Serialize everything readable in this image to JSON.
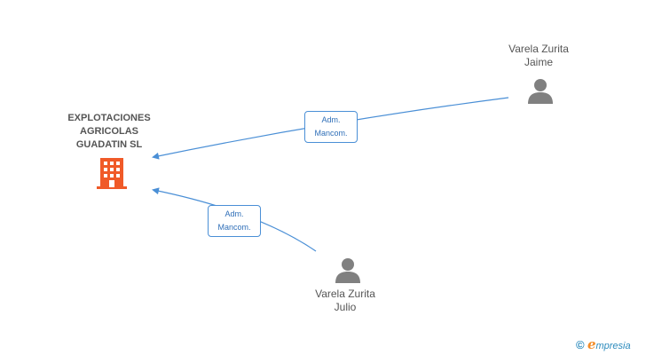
{
  "company": {
    "name": "EXPLOTACIONES\nAGRICOLAS\nGUADATIN SL",
    "icon": "building-icon",
    "icon_color": "#f05a28"
  },
  "people": [
    {
      "name": "Varela Zurita\nJaime",
      "icon": "person-icon"
    },
    {
      "name": "Varela Zurita\nJulio",
      "icon": "person-icon"
    }
  ],
  "edges": [
    {
      "label": "Adm.\nMancom.",
      "from": "Varela Zurita Jaime",
      "to": "EXPLOTACIONES AGRICOLAS GUADATIN SL"
    },
    {
      "label": "Adm.\nMancom.",
      "from": "Varela Zurita Julio",
      "to": "EXPLOTACIONES AGRICOLAS GUADATIN SL"
    }
  ],
  "colors": {
    "edge": "#4a8fd6",
    "person": "#808080",
    "label_text": "#555555"
  },
  "watermark": {
    "copyright": "©",
    "brand_initial": "e",
    "brand_rest": "mpresia"
  }
}
